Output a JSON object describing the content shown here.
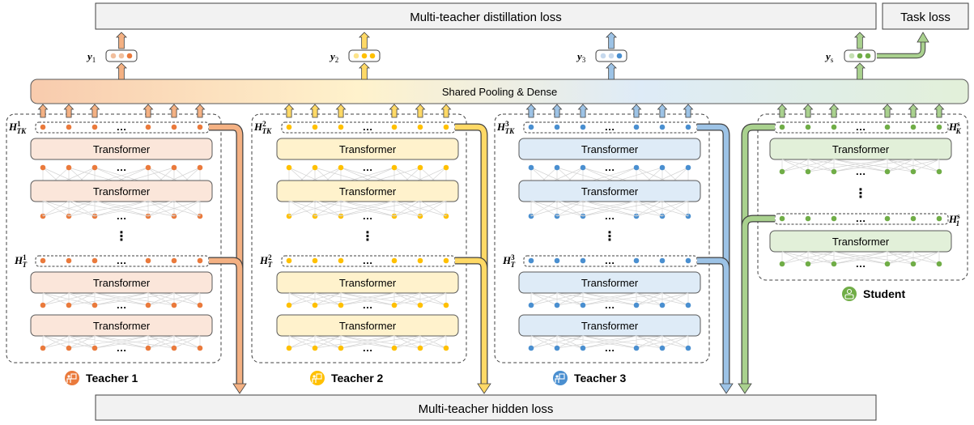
{
  "top_loss": {
    "distill": "Multi-teacher distillation loss",
    "task": "Task loss"
  },
  "bottom_loss": "Multi-teacher hidden loss",
  "shared_layer": "Shared Pooling & Dense",
  "transformer_label": "Transformer",
  "ellipsis": "…",
  "vdots": "⋮",
  "outputs": [
    {
      "symbol": "y",
      "sub": "1",
      "dots": [
        "#f2bf9d",
        "#f2bf9d",
        "#ea7a3c"
      ]
    },
    {
      "symbol": "y",
      "sub": "2",
      "dots": [
        "#fde48a",
        "#ffc000",
        "#ffc000"
      ]
    },
    {
      "symbol": "y",
      "sub": "3",
      "dots": [
        "#c6d9ee",
        "#c6d9ee",
        "#4a8fd0"
      ]
    },
    {
      "symbol": "y",
      "sub": "s",
      "dots": [
        "#c5e0b3",
        "#70ad47",
        "#70ad47"
      ]
    }
  ],
  "teachers": [
    {
      "name": "Teacher 1",
      "color": "#ea7a3c",
      "fill": "#fbe6da",
      "arrow": "#f4b183",
      "top_label": {
        "symbol": "H",
        "sup": "1",
        "sub": "TK"
      },
      "mid_label": {
        "symbol": "H",
        "sup": "1",
        "sub": "T"
      }
    },
    {
      "name": "Teacher 2",
      "color": "#ffc000",
      "fill": "#fff2cc",
      "arrow": "#ffd966",
      "top_label": {
        "symbol": "H",
        "sup": "2",
        "sub": "TK"
      },
      "mid_label": {
        "symbol": "H",
        "sup": "2",
        "sub": "T"
      }
    },
    {
      "name": "Teacher 3",
      "color": "#4a8fd0",
      "fill": "#deebf7",
      "arrow": "#9dc3e6",
      "top_label": {
        "symbol": "H",
        "sup": "3",
        "sub": "TK"
      },
      "mid_label": {
        "symbol": "H",
        "sup": "3",
        "sub": "T"
      }
    }
  ],
  "student": {
    "name": "Student",
    "color": "#70ad47",
    "fill": "#e2f0d9",
    "arrow": "#a9d18e",
    "top_label": {
      "symbol": "H",
      "sup": "s",
      "sub": "K"
    },
    "mid_label": {
      "symbol": "H",
      "sup": "s",
      "sub": "1"
    }
  },
  "icons": [
    "teacher-icon",
    "student-icon"
  ]
}
